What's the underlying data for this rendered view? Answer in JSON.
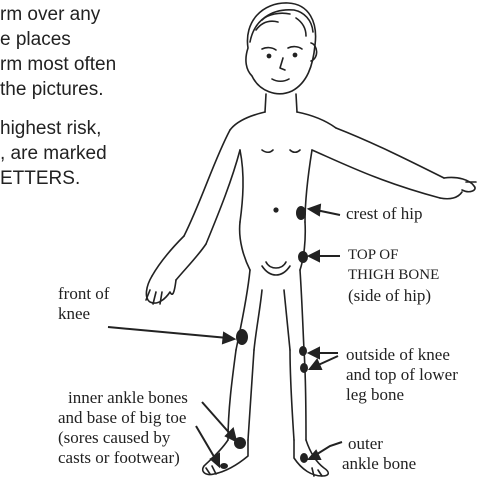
{
  "intro": {
    "line1": "rm over any",
    "line2": "e places",
    "line3": "rm most often",
    "line4": "the pictures.",
    "line5": "highest risk,",
    "line6": ", are marked",
    "line7": "ETTERS."
  },
  "labels": {
    "crest_of_hip": "crest of hip",
    "thigh_bone_1": "TOP OF",
    "thigh_bone_2": "THIGH BONE",
    "thigh_bone_3": "(side of hip)",
    "front_knee_1": "front of",
    "front_knee_2": "knee",
    "outside_knee_1": "outside of knee",
    "outside_knee_2": "and top of lower",
    "outside_knee_3": "leg bone",
    "inner_ankle_1": "inner ankle bones",
    "inner_ankle_2": "and base of big toe",
    "inner_ankle_3": "(sores caused by",
    "inner_ankle_4": "casts or footwear)",
    "outer_ankle_1": "outer",
    "outer_ankle_2": "ankle bone"
  },
  "colors": {
    "ink": "#222222",
    "background": "#ffffff"
  }
}
